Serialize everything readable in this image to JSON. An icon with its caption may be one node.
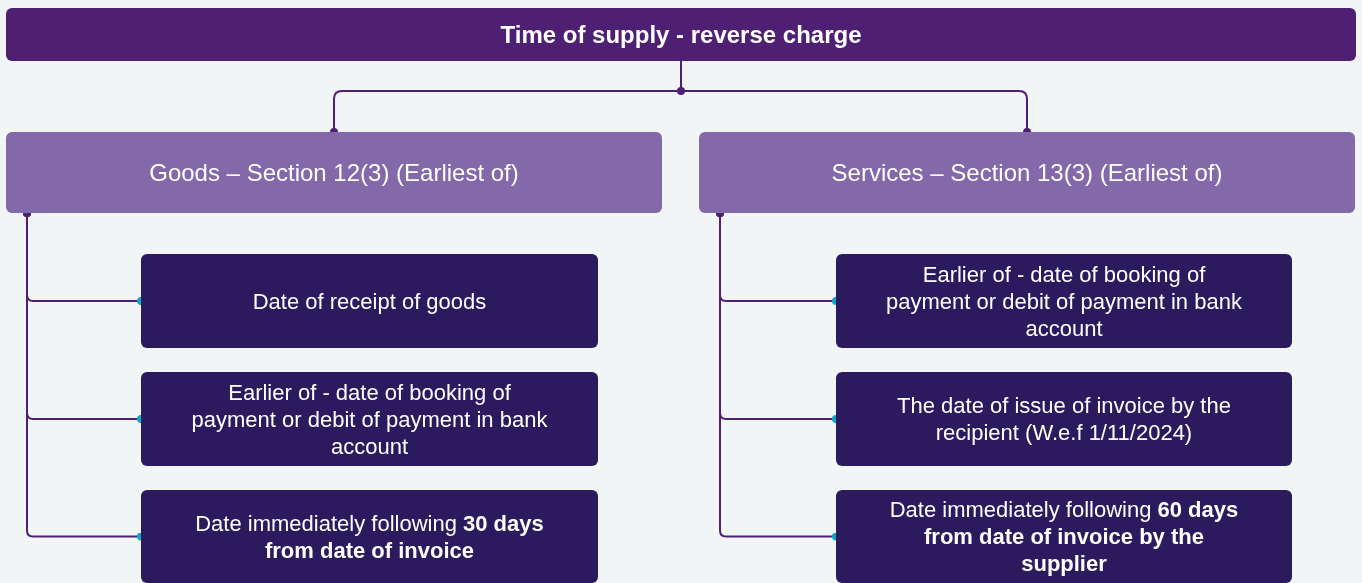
{
  "diagram": {
    "nodes": [
      {
        "text": [
          "Time of supply - reverse charge"
        ]
      },
      {
        "text": [
          "Goods – Section 12(3) (Earliest of)"
        ]
      },
      {
        "text": [
          "Services – Section 13(3) (Earliest of)"
        ]
      },
      {
        "text": [
          "Date of receipt of goods"
        ]
      },
      {
        "text": [
          "Earlier of - date of booking of payment or debit of payment in bank account"
        ]
      },
      {
        "text": [
          "Date immediately following **30 days from date of invoice**"
        ]
      },
      {
        "text": [
          "Earlier of - date of booking of payment or debit of payment in bank account"
        ]
      },
      {
        "text": [
          "The date of issue of invoice by the recipient (W.e.f 1/11/2024)"
        ]
      },
      {
        "text": [
          "Date immediately following **60 days from date of invoice by the supplier**"
        ]
      }
    ],
    "edges": [
      {
        "from": 0,
        "to": 1,
        "arrow": "other"
      },
      {
        "from": 0,
        "to": 2,
        "arrow": "other"
      },
      {
        "from": 1,
        "to": 3,
        "arrow": "other"
      },
      {
        "from": 1,
        "to": 4,
        "arrow": "other"
      },
      {
        "from": 1,
        "to": 5,
        "arrow": "other"
      },
      {
        "from": 2,
        "to": 6,
        "arrow": "other"
      },
      {
        "from": 2,
        "to": 7,
        "arrow": "other"
      },
      {
        "from": 2,
        "to": 8,
        "arrow": "other"
      }
    ]
  }
}
